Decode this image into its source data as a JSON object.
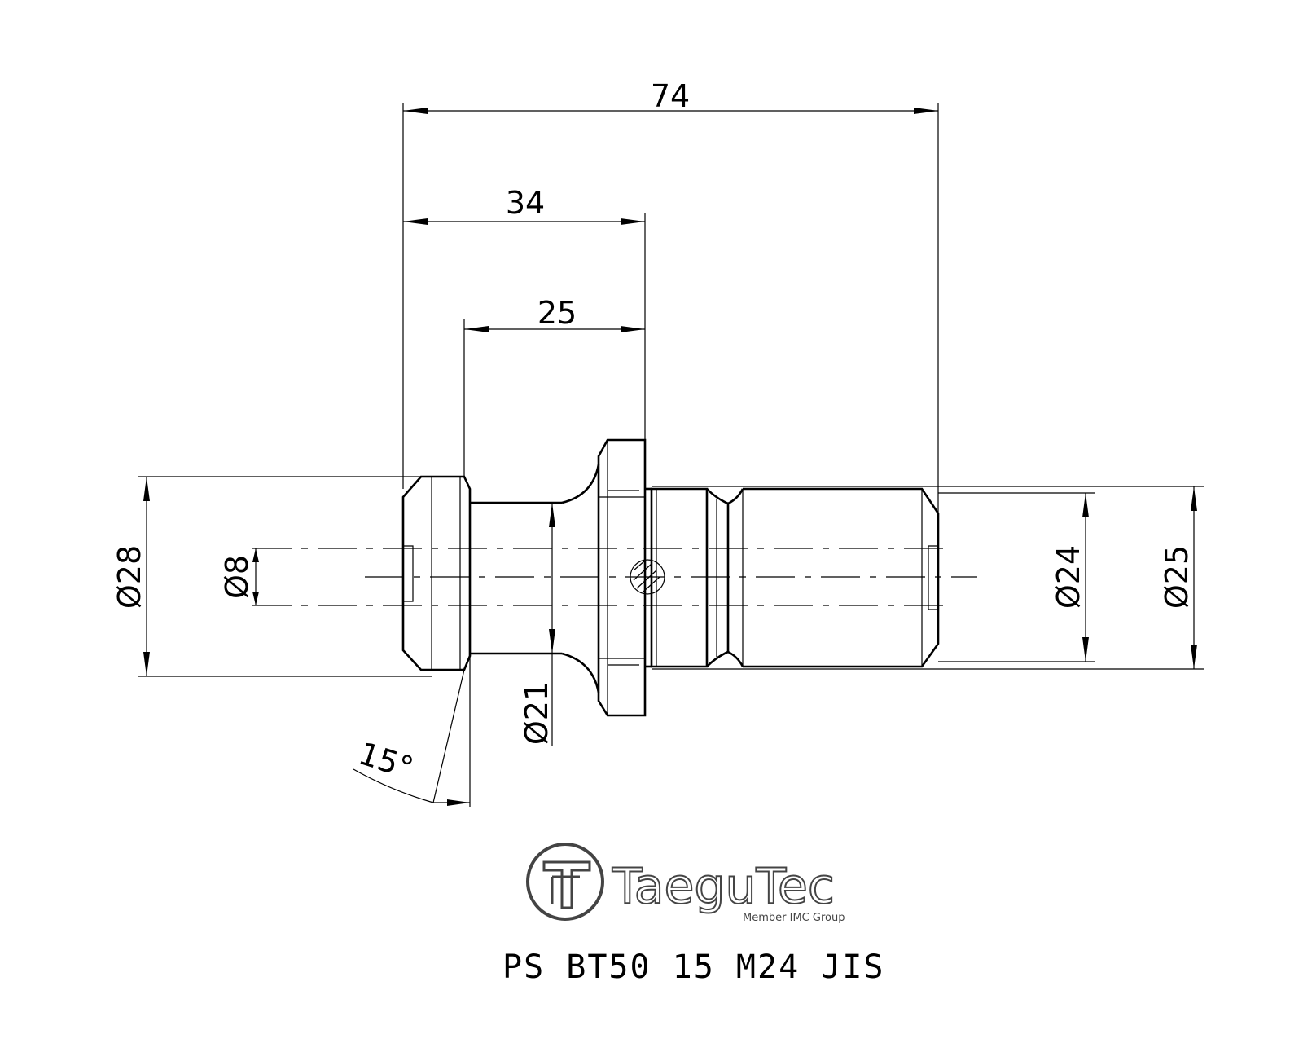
{
  "dimensions": {
    "length_overall": "74",
    "length_to_flange": "34",
    "length_neck": "25",
    "dia_head": "Ø28",
    "dia_bore": "Ø8",
    "dia_neck": "Ø21",
    "dia_thread_inner": "Ø24",
    "dia_thread_outer": "Ø25",
    "angle": "15°"
  },
  "brand": {
    "name": "TaeguTec",
    "tagline": "Member IMC Group"
  },
  "title": {
    "part_number": "PS BT50 15 M24 JIS"
  }
}
